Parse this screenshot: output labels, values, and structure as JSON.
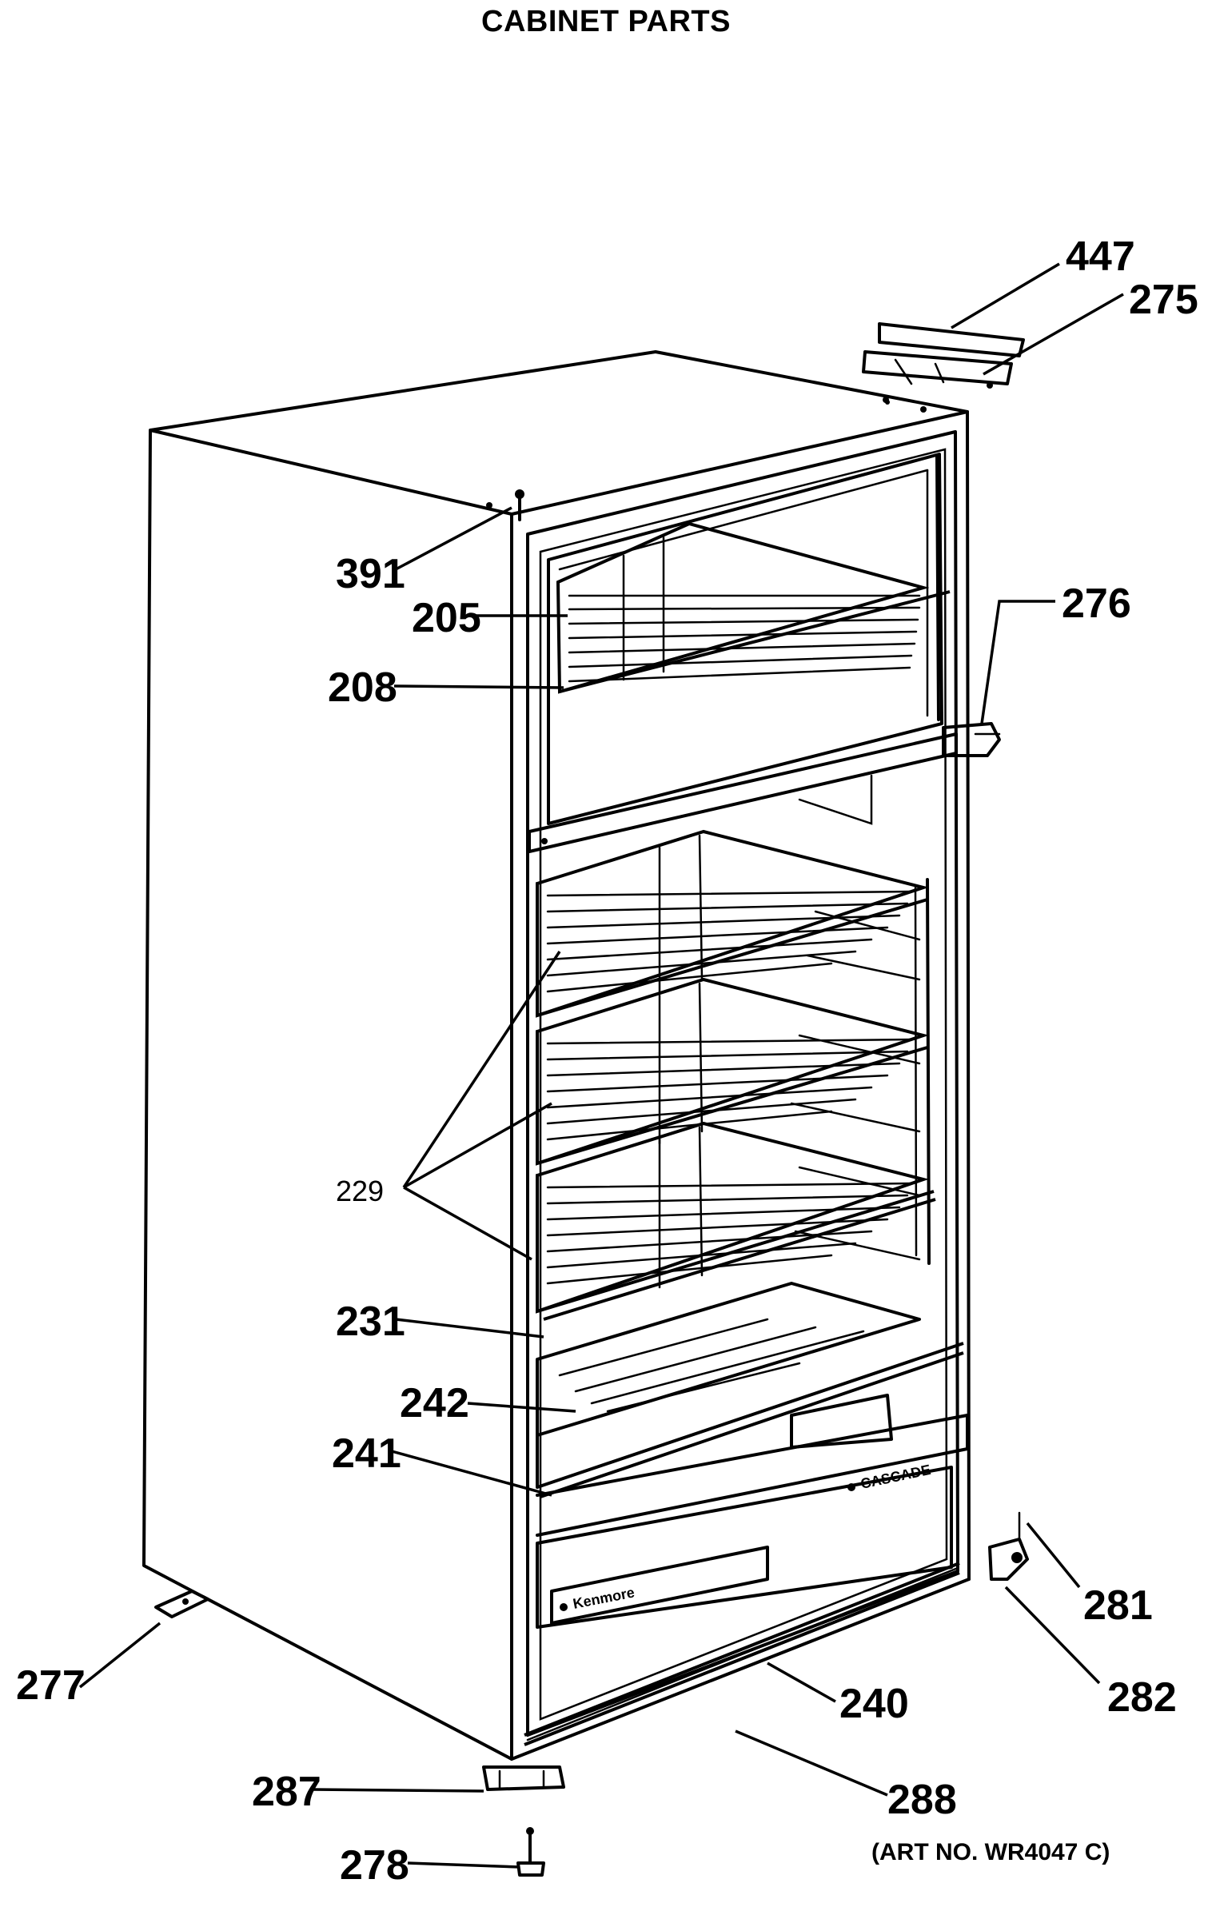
{
  "title": "CABINET PARTS",
  "art_no": "(ART NO. WR4047 C)",
  "callouts": {
    "c447": "447",
    "c275": "275",
    "c276": "276",
    "c391": "391",
    "c205": "205",
    "c208": "208",
    "c229": "229",
    "c231": "231",
    "c242": "242",
    "c241": "241",
    "c281": "281",
    "c282": "282",
    "c277": "277",
    "c240": "240",
    "c287": "287",
    "c288": "288",
    "c278": "278"
  },
  "pan_brand": "CASCADE",
  "drawer_brand": "Kenmore"
}
